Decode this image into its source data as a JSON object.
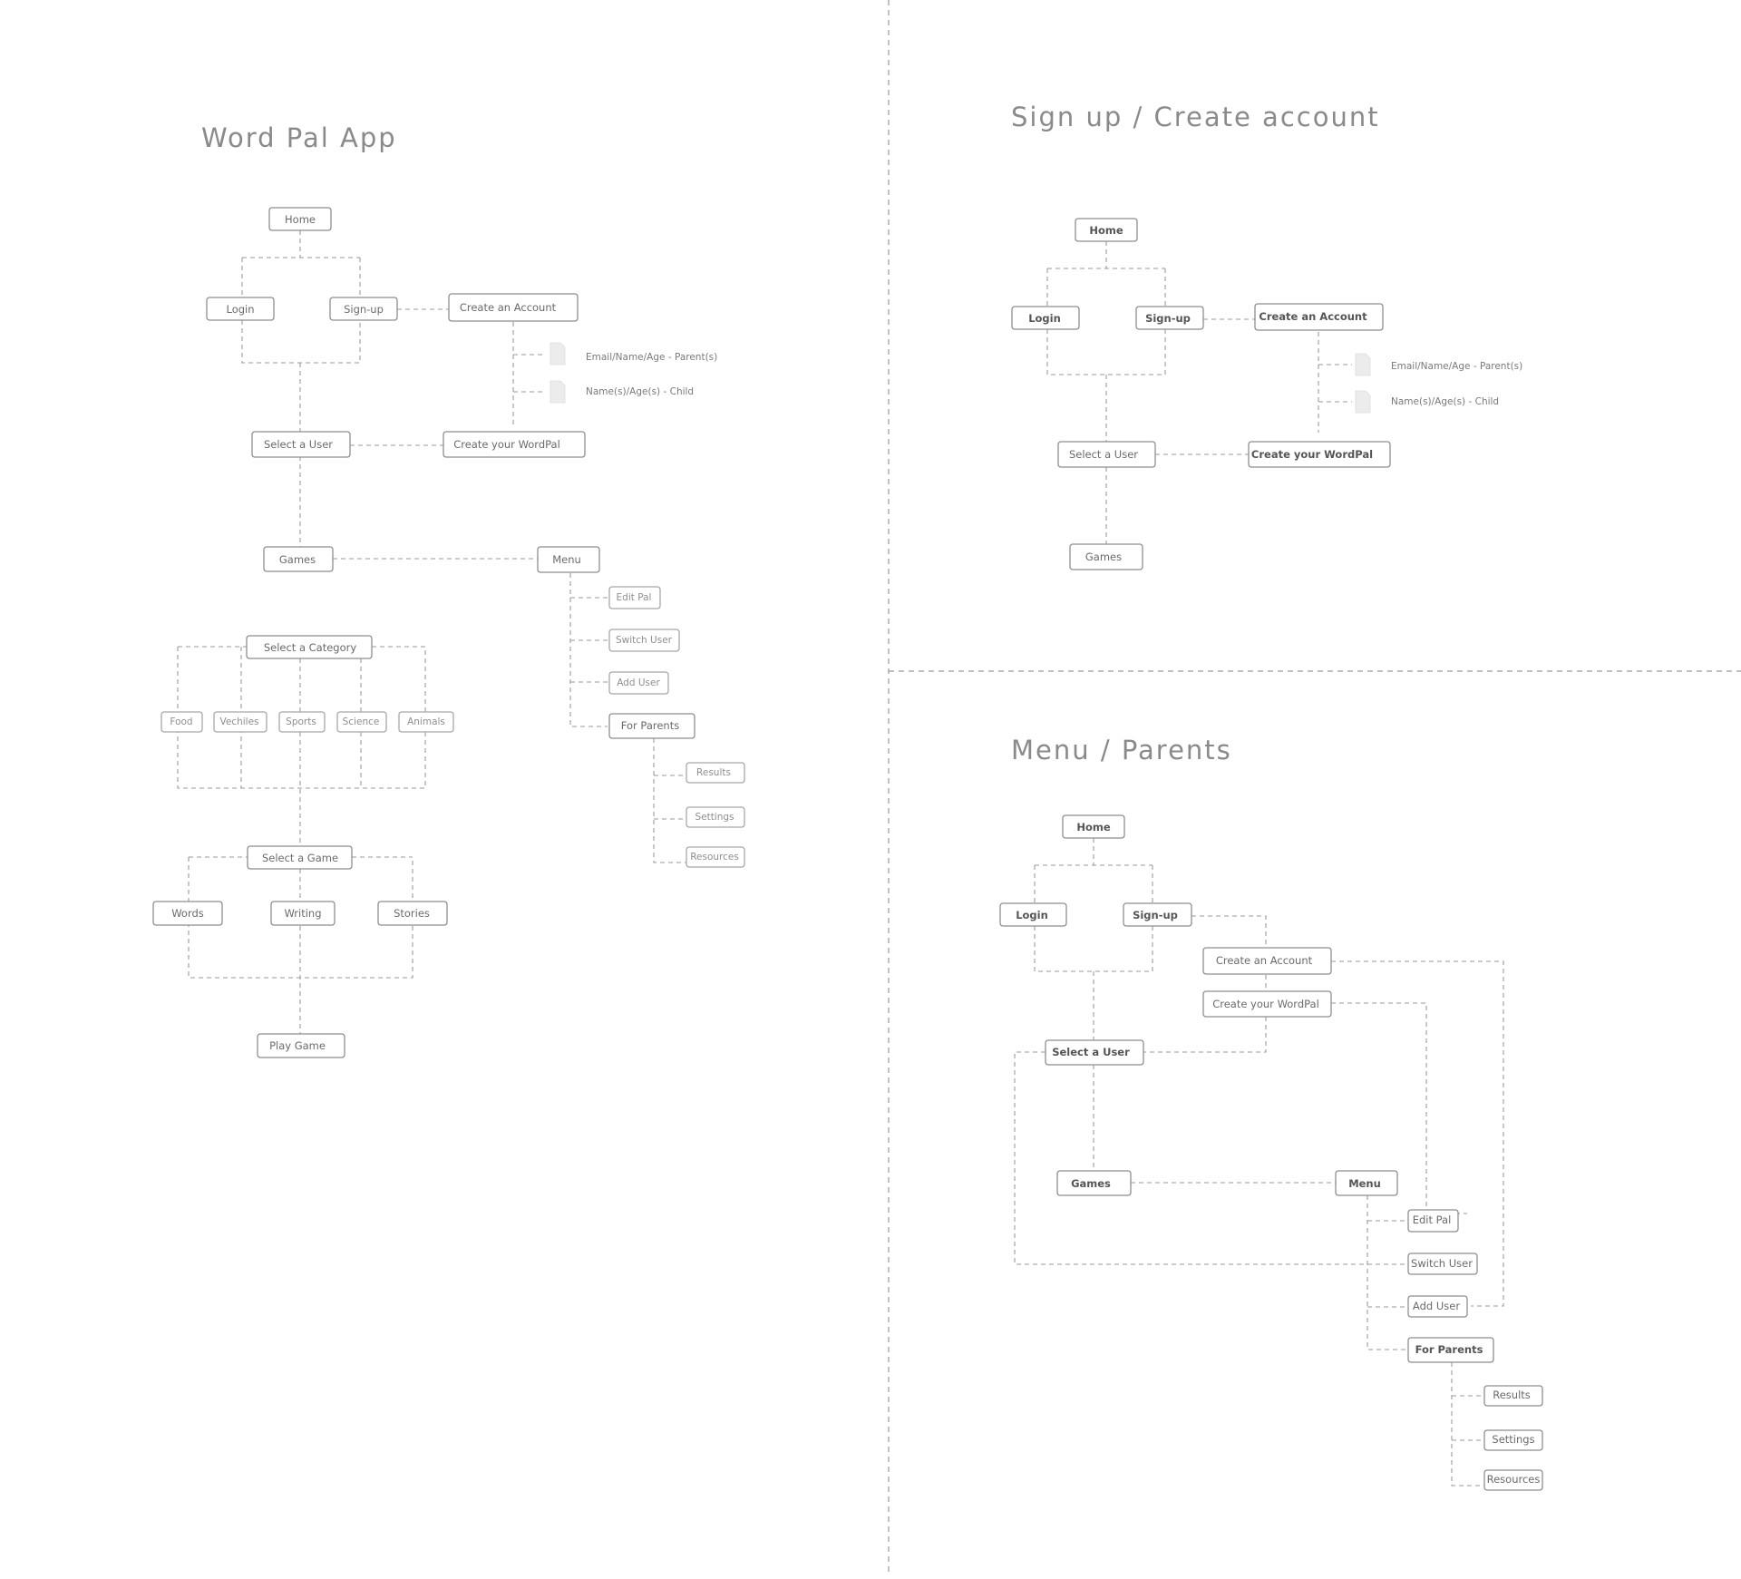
{
  "panels": {
    "main": {
      "title": "Word Pal App",
      "nodes": {
        "home": "Home",
        "login": "Login",
        "signup": "Sign-up",
        "create_account": "Create an Account",
        "doc_parent": "Email/Name/Age - Parent(s)",
        "doc_child": "Name(s)/Age(s) - Child",
        "select_user": "Select a User",
        "create_wordpal": "Create your WordPal",
        "games": "Games",
        "menu": "Menu",
        "edit_pal": "Edit Pal",
        "switch_user": "Switch User",
        "add_user": "Add User",
        "for_parents": "For Parents",
        "results": "Results",
        "settings": "Settings",
        "resources": "Resources",
        "select_category": "Select a Category",
        "food": "Food",
        "vechiles": "Vechiles",
        "sports": "Sports",
        "science": "Science",
        "animals": "Animals",
        "select_game": "Select a Game",
        "words": "Words",
        "writing": "Writing",
        "stories": "Stories",
        "play_game": "Play Game"
      }
    },
    "signup": {
      "title": "Sign up / Create account",
      "nodes": {
        "home": "Home",
        "login": "Login",
        "signup": "Sign-up",
        "create_account": "Create an Account",
        "doc_parent": "Email/Name/Age - Parent(s)",
        "doc_child": "Name(s)/Age(s) - Child",
        "select_user": "Select a User",
        "create_wordpal": "Create your WordPal",
        "games": "Games"
      }
    },
    "menu_parents": {
      "title": "Menu / Parents",
      "nodes": {
        "home": "Home",
        "login": "Login",
        "signup": "Sign-up",
        "create_account": "Create an Account",
        "create_wordpal": "Create your WordPal",
        "select_user": "Select a User",
        "games": "Games",
        "menu": "Menu",
        "edit_pal": "Edit Pal",
        "switch_user": "Switch User",
        "add_user": "Add User",
        "for_parents": "For Parents",
        "results": "Results",
        "settings": "Settings",
        "resources": "Resources"
      }
    }
  }
}
